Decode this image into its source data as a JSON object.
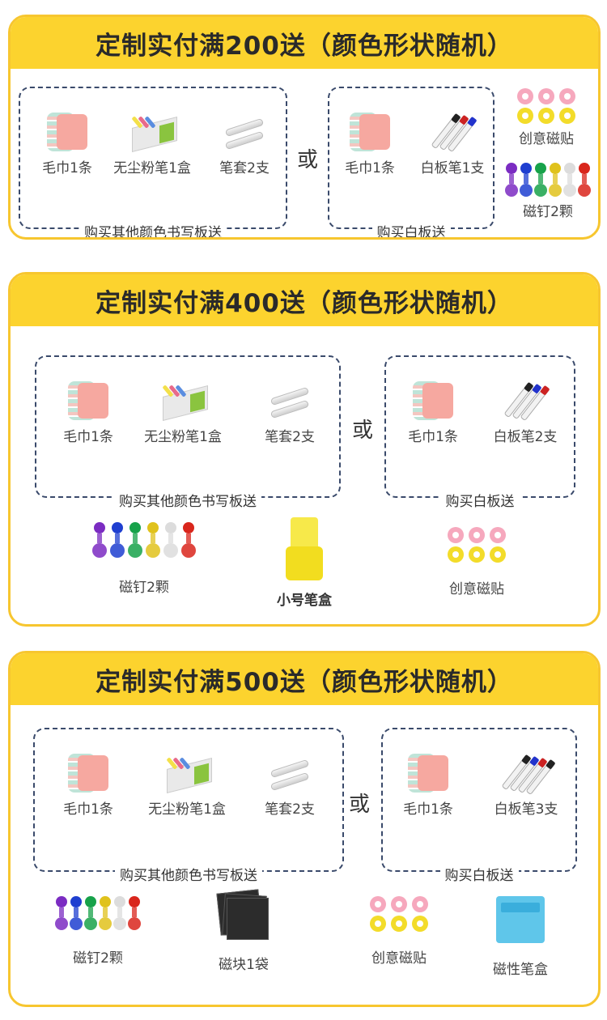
{
  "colors": {
    "header_bg": "#fcd32e",
    "card_border": "#f7c62f",
    "dashed_border": "#3a4a6b",
    "magnet_colors": [
      "#7b2cc2",
      "#1f3fd0",
      "#17a24a",
      "#e0c21c",
      "#e8e8e8",
      "#d9261c"
    ],
    "flower_pink": "#f6a8bd",
    "flower_yellow": "#f3dc2a"
  },
  "icons": [
    "towel-icon",
    "chalk-box-icon",
    "pen-sleeve-icon",
    "marker-set-icon",
    "flower-sticker-icon",
    "magnet-pins-icon",
    "pen-holder-icon",
    "magnet-sheet-icon"
  ],
  "or_text": "或",
  "tiers": [
    {
      "title": "定制实付满200送（颜色形状随机）",
      "group1": {
        "label": "购买其他颜色书写板送",
        "items": [
          "毛巾1条",
          "无尘粉笔1盒",
          "笔套2支"
        ]
      },
      "group2": {
        "label": "购买白板送",
        "items": [
          "毛巾1条",
          "白板笔1支"
        ]
      },
      "extras": [
        "创意磁贴",
        "磁钉2颗"
      ]
    },
    {
      "title": "定制实付满400送（颜色形状随机）",
      "group1": {
        "label": "购买其他颜色书写板送",
        "items": [
          "毛巾1条",
          "无尘粉笔1盒",
          "笔套2支"
        ]
      },
      "group2": {
        "label": "购买白板送",
        "items": [
          "毛巾1条",
          "白板笔2支"
        ]
      },
      "extras": [
        "磁钉2颗",
        "小号笔盒",
        "创意磁贴"
      ]
    },
    {
      "title": "定制实付满500送（颜色形状随机）",
      "group1": {
        "label": "购买其他颜色书写板送",
        "items": [
          "毛巾1条",
          "无尘粉笔1盒",
          "笔套2支"
        ]
      },
      "group2": {
        "label": "购买白板送",
        "items": [
          "毛巾1条",
          "白板笔3支"
        ]
      },
      "extras": [
        "磁钉2颗",
        "磁块1袋",
        "创意磁贴",
        "磁性笔盒"
      ]
    }
  ]
}
